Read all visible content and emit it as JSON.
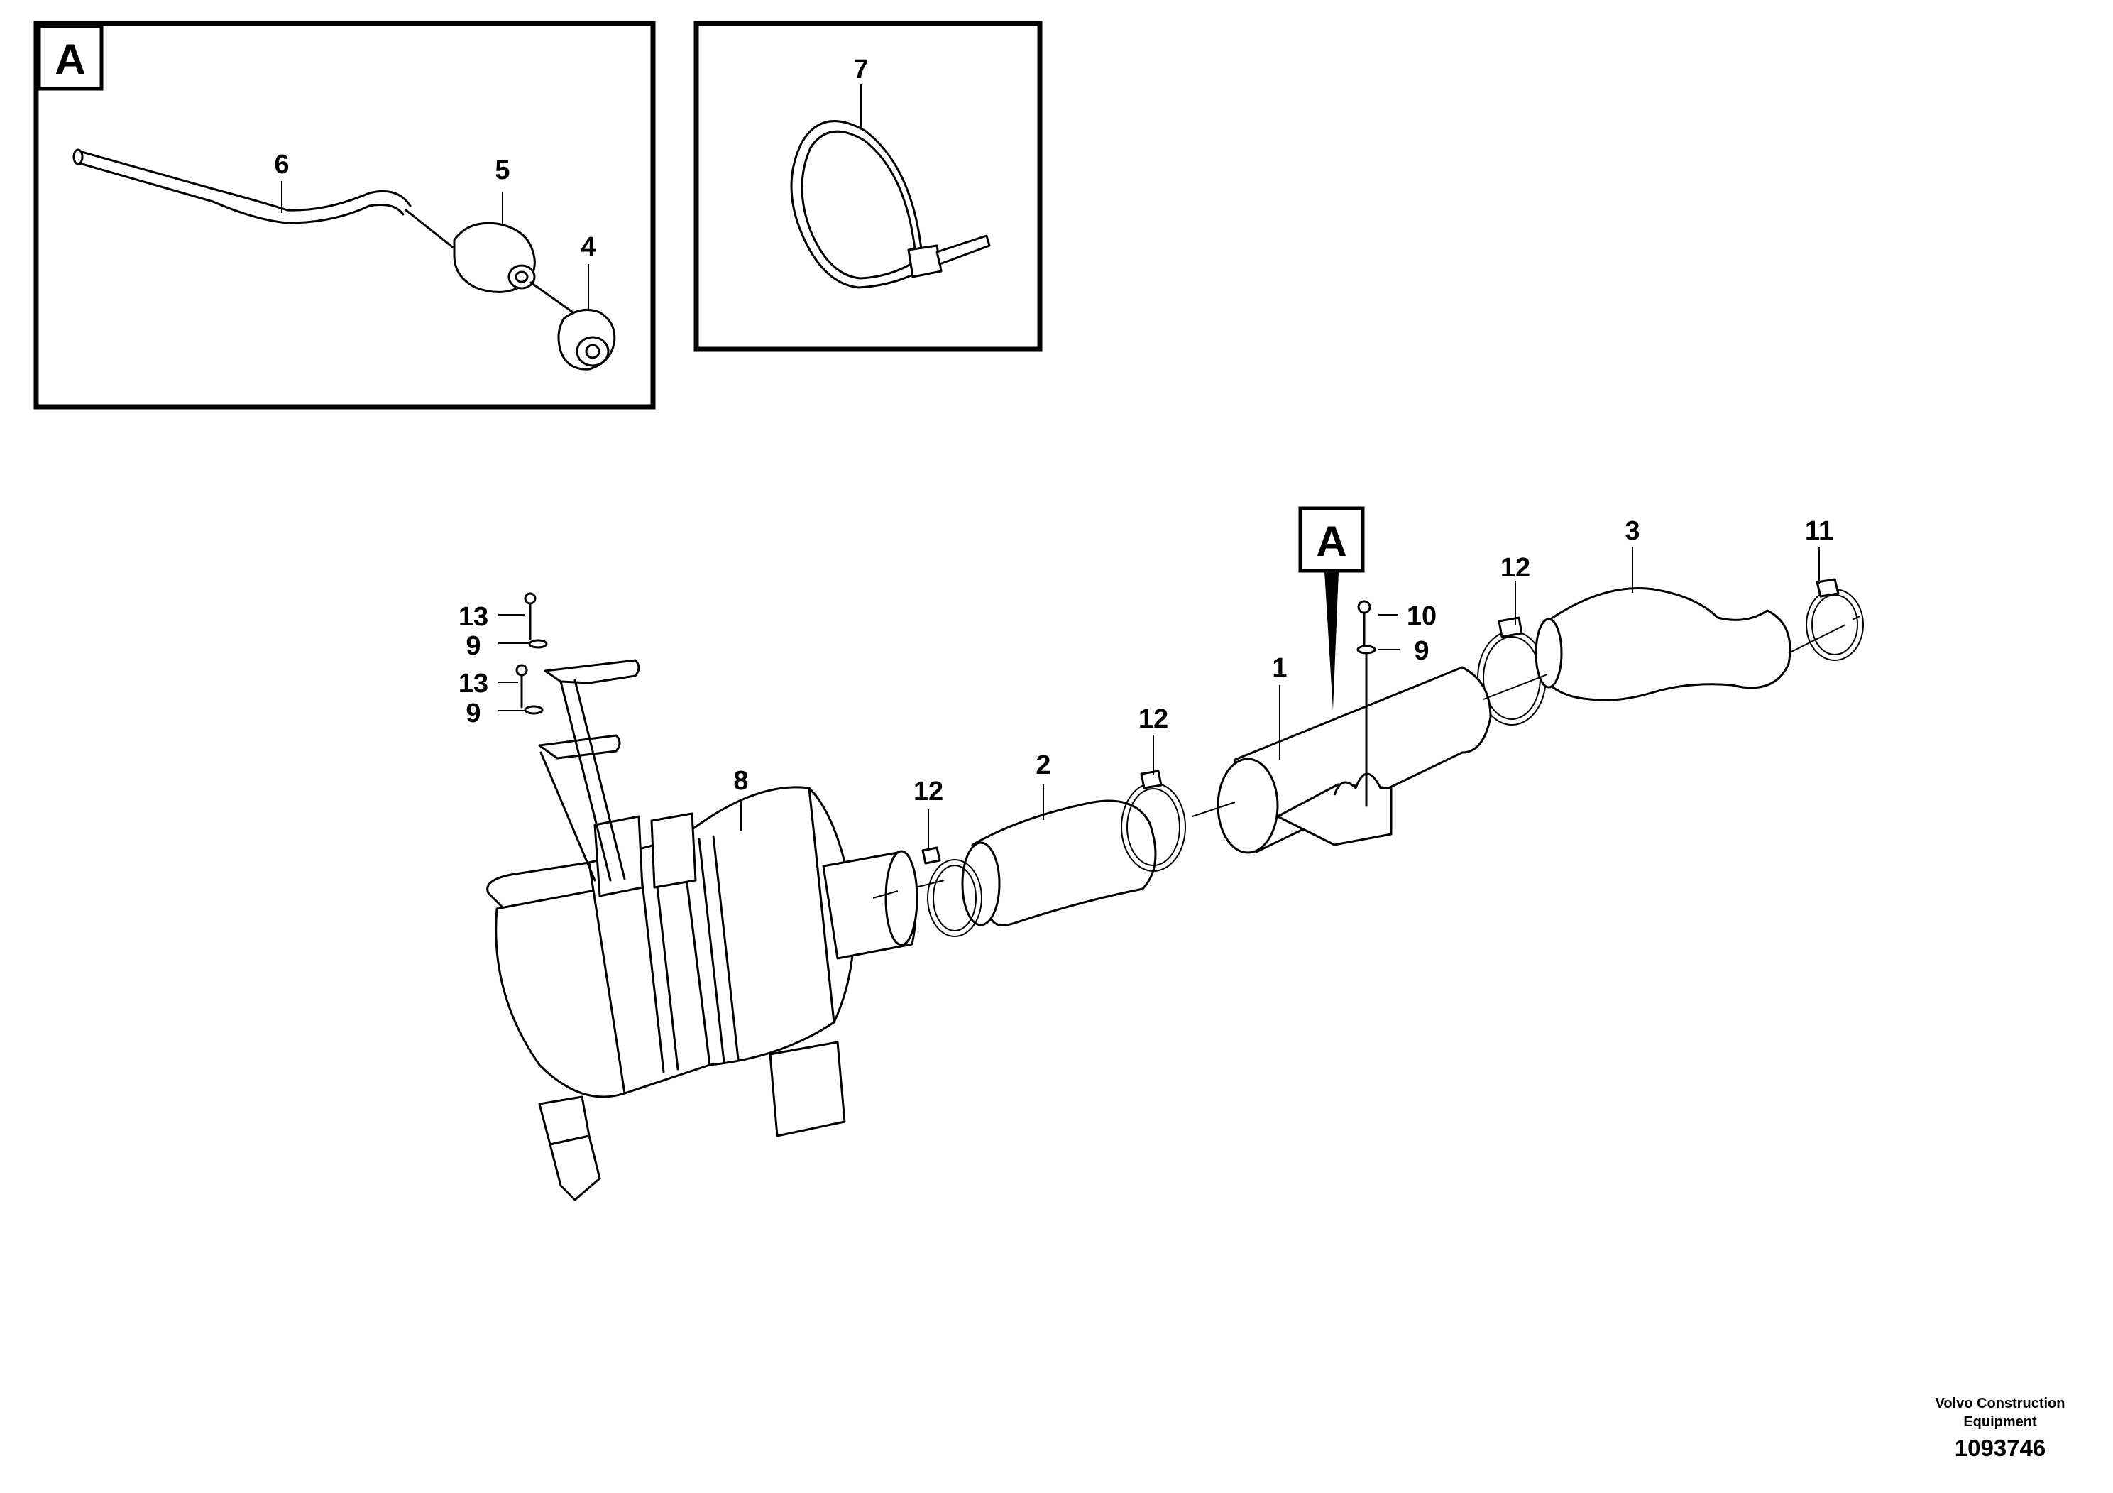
{
  "detail_label": "A",
  "callouts": {
    "c1": "1",
    "c2": "2",
    "c3": "3",
    "c4": "4",
    "c5": "5",
    "c6": "6",
    "c7": "7",
    "c8": "8",
    "c9a": "9",
    "c9b": "9",
    "c9c": "9",
    "c10": "10",
    "c11": "11",
    "c12a": "12",
    "c12b": "12",
    "c12c": "12",
    "c13a": "13",
    "c13b": "13"
  },
  "footer": {
    "maker_line1": "Volvo Construction",
    "maker_line2": "Equipment",
    "drawing_number": "1093746"
  }
}
